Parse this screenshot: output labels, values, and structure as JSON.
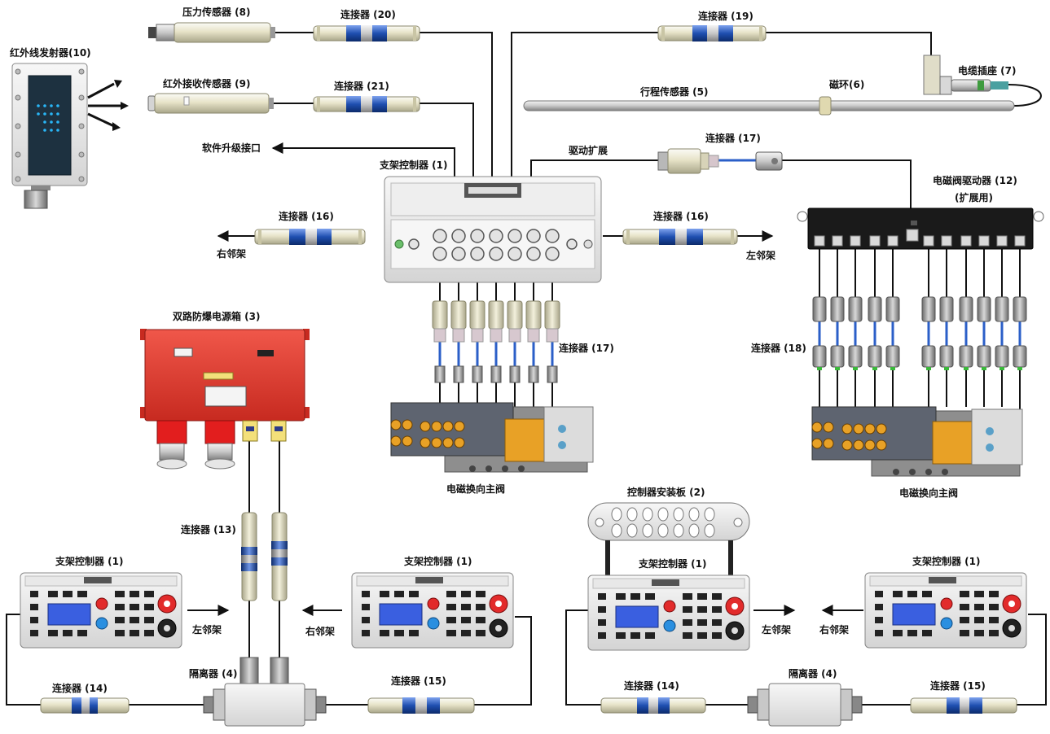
{
  "labels": {
    "pressure_sensor": "压力传感器 (8)",
    "connector_20": "连接器 (20)",
    "connector_19": "连接器 (19)",
    "ir_emitter": "红外线发射器(10)",
    "ir_receiver": "红外接收传感器 (9)",
    "connector_21": "连接器 (21)",
    "cable_socket": "电缆插座 (7)",
    "stroke_sensor": "行程传感器 (5)",
    "magnet_ring": "磁环(6)",
    "software_port": "软件升级接口",
    "drive_ext": "驱动扩展",
    "connector_17_top": "连接器 (17)",
    "support_ctrl_top": "支架控制器 (1)",
    "valve_driver": "电磁阀驱动器 (12)",
    "valve_driver_ext": "(扩展用)",
    "connector_16_left": "连接器 (16)",
    "connector_16_right": "连接器 (16)",
    "right_neighbor_top": "右邻架",
    "left_neighbor_top": "左邻架",
    "power_box": "双路防爆电源箱 (3)",
    "connector_17_mid": "连接器 (17)",
    "connector_18": "连接器 (18)",
    "main_valve_left": "电磁换向主阀",
    "main_valve_right": "电磁换向主阀",
    "mount_plate": "控制器安装板 (2)",
    "connector_13": "连接器 (13)",
    "support_ctrl_b1": "支架控制器 (1)",
    "support_ctrl_b2": "支架控制器 (1)",
    "support_ctrl_b3": "支架控制器 (1)",
    "support_ctrl_b4": "支架控制器 (1)",
    "left_neighbor_b1": "左邻架",
    "right_neighbor_b2": "右邻架",
    "left_neighbor_b3": "左邻架",
    "right_neighbor_b4": "右邻架",
    "isolator_left": "隔离器 (4)",
    "isolator_right": "隔离器 (4)",
    "connector_14_left": "连接器 (14)",
    "connector_15_left": "连接器 (15)",
    "connector_14_right": "连接器 (14)",
    "connector_15_right": "连接器 (15)"
  },
  "colors": {
    "line": "#111111",
    "connector_body": "#e8e3c0",
    "connector_blue": "#1f4fb0",
    "power_red": "#e23a2e",
    "driver_black": "#1a1a1a",
    "lcd_blue": "#3a5fe0",
    "valve_orange": "#e8a126",
    "emitter_panel": "#1d3140"
  }
}
